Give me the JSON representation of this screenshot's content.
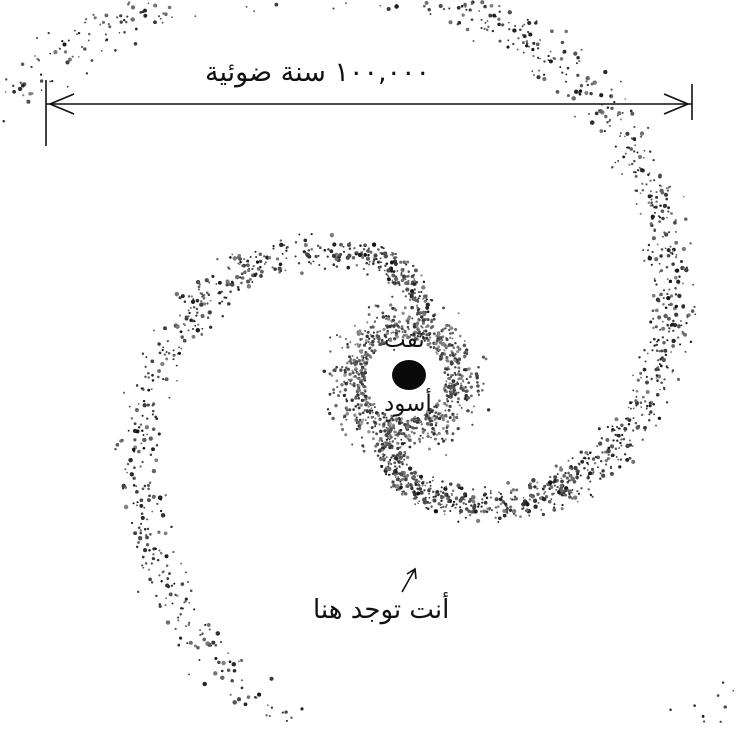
{
  "scale_label": "١٠٠,٠٠٠ سنة ضوئية",
  "black_hole_label": {
    "line1": "ثقب",
    "line2": "أسود"
  },
  "location_label": "أنت توجد هنا",
  "colors": {
    "ink": "#111111",
    "background": "#ffffff"
  }
}
